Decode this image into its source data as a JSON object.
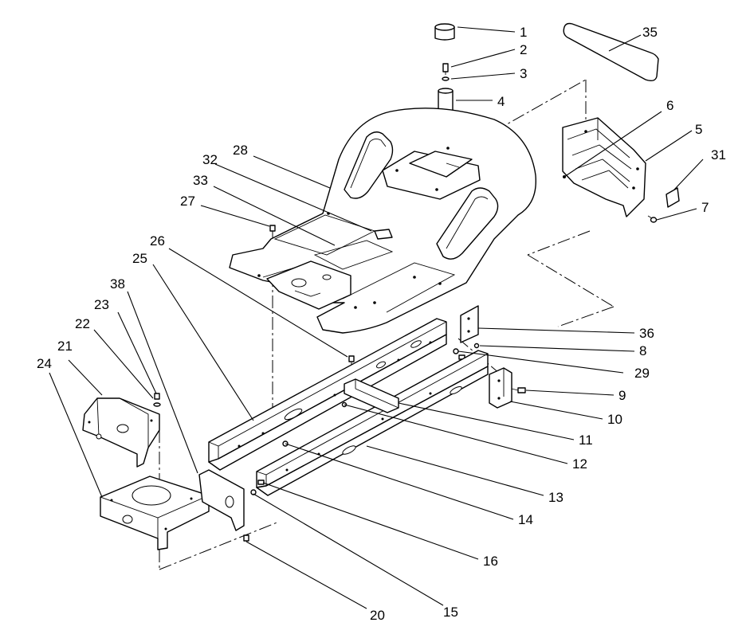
{
  "diagram": {
    "type": "exploded parts diagram",
    "callouts": [
      {
        "id": "c1",
        "label": "1"
      },
      {
        "id": "c2",
        "label": "2"
      },
      {
        "id": "c3",
        "label": "3"
      },
      {
        "id": "c4",
        "label": "4"
      },
      {
        "id": "c5",
        "label": "5"
      },
      {
        "id": "c6",
        "label": "6"
      },
      {
        "id": "c7",
        "label": "7"
      },
      {
        "id": "c8",
        "label": "8"
      },
      {
        "id": "c9",
        "label": "9"
      },
      {
        "id": "c10",
        "label": "10"
      },
      {
        "id": "c11",
        "label": "11"
      },
      {
        "id": "c12",
        "label": "12"
      },
      {
        "id": "c13",
        "label": "13"
      },
      {
        "id": "c14",
        "label": "14"
      },
      {
        "id": "c15",
        "label": "15"
      },
      {
        "id": "c16",
        "label": "16"
      },
      {
        "id": "c20",
        "label": "20"
      },
      {
        "id": "c21",
        "label": "21"
      },
      {
        "id": "c22",
        "label": "22"
      },
      {
        "id": "c23",
        "label": "23"
      },
      {
        "id": "c24",
        "label": "24"
      },
      {
        "id": "c25",
        "label": "25"
      },
      {
        "id": "c26",
        "label": "26"
      },
      {
        "id": "c27",
        "label": "27"
      },
      {
        "id": "c28",
        "label": "28"
      },
      {
        "id": "c29",
        "label": "29"
      },
      {
        "id": "c31",
        "label": "31"
      },
      {
        "id": "c32",
        "label": "32"
      },
      {
        "id": "c33",
        "label": "33"
      },
      {
        "id": "c35",
        "label": "35"
      },
      {
        "id": "c36",
        "label": "36"
      },
      {
        "id": "c38",
        "label": "38"
      }
    ]
  }
}
